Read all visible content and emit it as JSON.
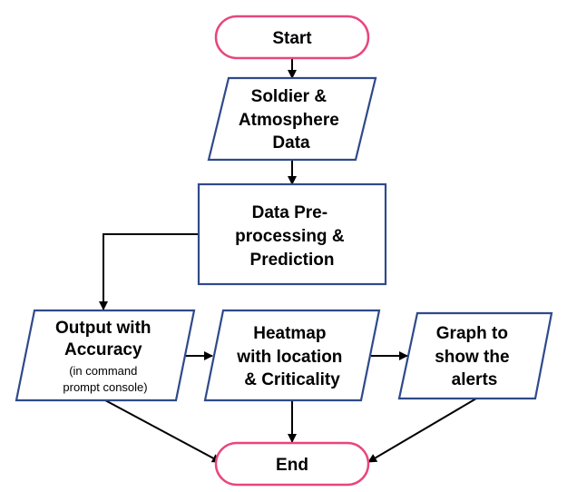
{
  "diagram": {
    "colors": {
      "terminal_stroke": "#e8457f",
      "box_stroke": "#2f4a8a",
      "arrow": "#000000"
    },
    "start": {
      "label": "Start"
    },
    "input_data": {
      "line1": "Soldier &",
      "line2": "Atmosphere",
      "line3": "Data"
    },
    "preprocess": {
      "line1": "Data Pre-",
      "line2": "processing &",
      "line3": "Prediction"
    },
    "output_accuracy": {
      "line1": "Output with",
      "line2": "Accuracy",
      "line3": "(in command",
      "line4": "prompt console)"
    },
    "heatmap": {
      "line1": "Heatmap",
      "line2": "with location",
      "line3": "& Criticality"
    },
    "graph": {
      "line1": "Graph to",
      "line2": "show the",
      "line3": "alerts"
    },
    "end": {
      "label": "End"
    }
  }
}
